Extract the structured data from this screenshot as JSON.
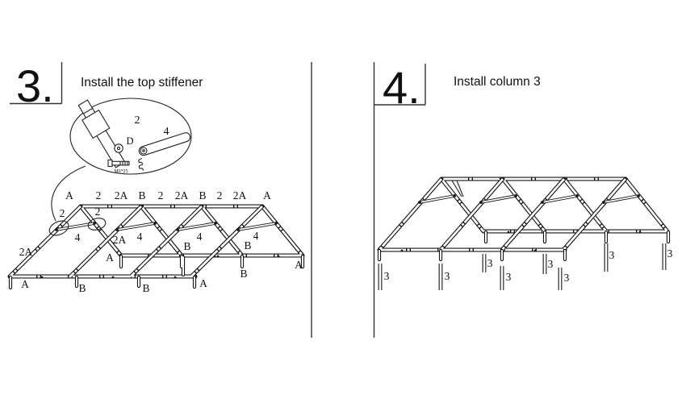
{
  "colors": {
    "line": "#161616",
    "background": "#ffffff"
  },
  "step3": {
    "number": "3.",
    "title": "Install the top stiffener",
    "detail": {
      "tube_label": "2",
      "bar_label": "4",
      "plate_label": "D",
      "bolt_label": "M6*25"
    },
    "joint_labels": [
      "2",
      "2"
    ],
    "ridge_labels": [
      "A",
      "2",
      "2A",
      "B",
      "2",
      "2A",
      "B",
      "2",
      "2A",
      "A"
    ],
    "rafter_labels": [
      "2A",
      "2A"
    ],
    "stiffener_labels": [
      "4",
      "4",
      "4",
      "4"
    ],
    "back_eave_labels": [
      "A",
      "B",
      "B",
      "B",
      "A"
    ],
    "front_eave_labels": [
      "A",
      "B",
      "B",
      "A"
    ]
  },
  "step4": {
    "number": "4.",
    "title": "Install column 3",
    "column_labels": [
      "3",
      "3",
      "3",
      "3",
      "3",
      "3",
      "3",
      "3"
    ]
  }
}
